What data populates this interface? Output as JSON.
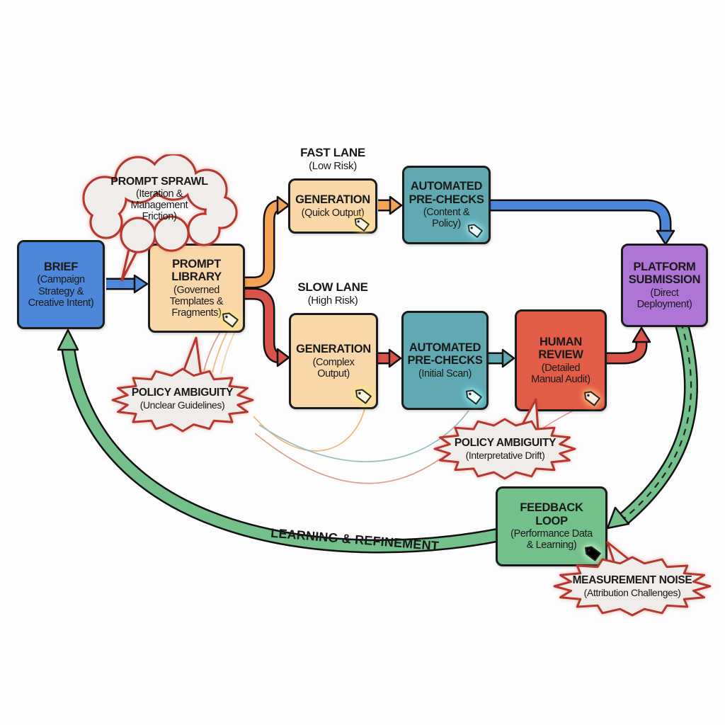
{
  "palette": {
    "blue": "#4d87d9",
    "peach": "#f9d7a9",
    "teal": "#60a9b2",
    "red": "#e15d47",
    "purple": "#ae75d7",
    "green": "#74c08b",
    "arrow_orange": "#f2a355",
    "arrow_red": "#d9534a",
    "callout_fill": "#efecea",
    "callout_border": "#b7372e",
    "node_border": "#1c1c1c"
  },
  "nodes": {
    "brief": {
      "title": "BRIEF",
      "subtitle": "(Campaign\nStrategy &\nCreative Intent)"
    },
    "prompt_library": {
      "title": "PROMPT\nLIBRARY",
      "subtitle": "(Governed\nTemplates &\nFragments)"
    },
    "generation_fast": {
      "title": "GENERATION",
      "subtitle": "(Quick Output)"
    },
    "prechecks_fast": {
      "title": "AUTOMATED\nPRE-CHECKS",
      "subtitle": "(Content &\nPolicy)"
    },
    "generation_slow": {
      "title": "GENERATION",
      "subtitle": "(Complex\nOutput)"
    },
    "prechecks_slow": {
      "title": "AUTOMATED\nPRE-CHECKS",
      "subtitle": "(Initial Scan)"
    },
    "human_review": {
      "title": "HUMAN\nREVIEW",
      "subtitle": "(Detailed\nManual Audit)"
    },
    "platform_submission": {
      "title": "PLATFORM\nSUBMISSION",
      "subtitle": "(Direct\nDeployment)"
    },
    "feedback_loop": {
      "title": "FEEDBACK\nLOOP",
      "subtitle": "(Performance Data\n& Learning)"
    }
  },
  "lanes": {
    "fast": {
      "title": "FAST LANE",
      "subtitle": "(Low Risk)"
    },
    "slow": {
      "title": "SLOW LANE",
      "subtitle": "(High Risk)"
    }
  },
  "callouts": {
    "prompt_sprawl": {
      "title": "PROMPT SPRAWL",
      "subtitle": "(Iteration &\nManagement\nFriction)"
    },
    "policy_ambiguity_guidelines": {
      "title": "POLICY AMBIGUITY",
      "subtitle": "(Unclear Guidelines)"
    },
    "policy_ambiguity_drift": {
      "title": "POLICY AMBIGUITY",
      "subtitle": "(Interpretative Drift)"
    },
    "measurement_noise": {
      "title": "MEASUREMENT NOISE",
      "subtitle": "(Attribution Challenges)"
    }
  },
  "labels": {
    "learning_refinement": "LEARNING & REFINEMENT"
  },
  "icons": {
    "tag": "tag-icon"
  }
}
